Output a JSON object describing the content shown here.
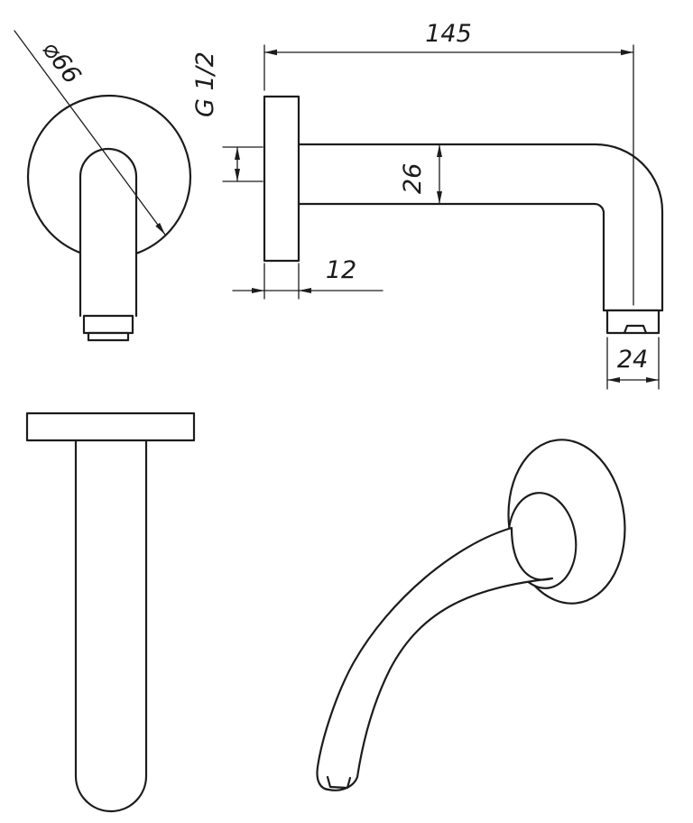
{
  "drawing": {
    "title": "wall-spout-technical-drawing",
    "colors": {
      "line": "#1c1c1c",
      "background": "#ffffff"
    },
    "labels": {
      "flange_diameter": "⌀66",
      "thread_size": "G 1/2",
      "overall_length": "145",
      "tube_diameter": "26",
      "flange_thickness": "12",
      "outlet_width": "24"
    }
  }
}
